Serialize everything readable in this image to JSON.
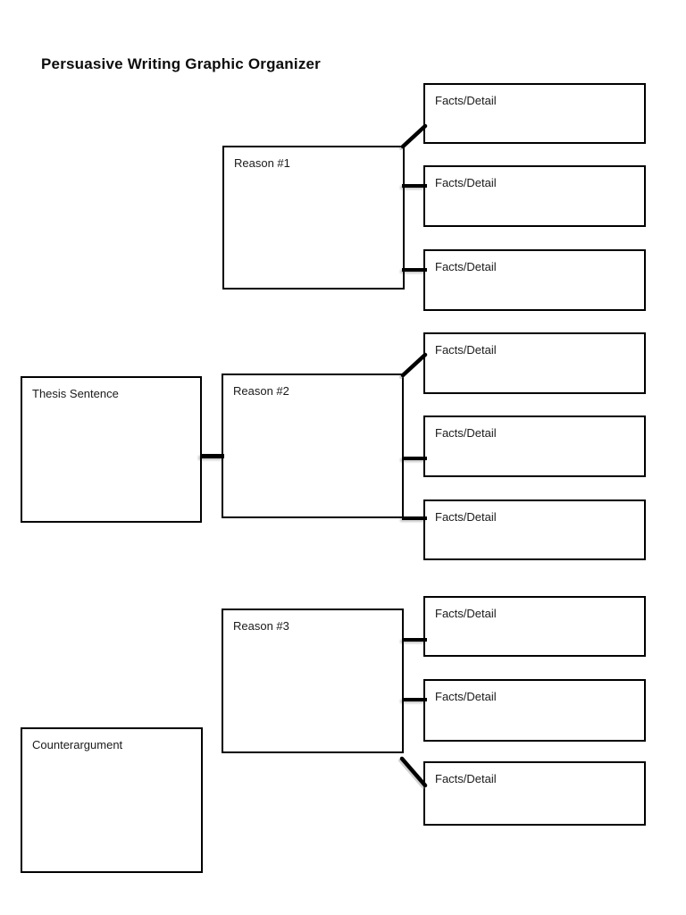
{
  "page": {
    "title": "Persuasive Writing Graphic Organizer"
  },
  "organizer": {
    "thesis": {
      "label": "Thesis Sentence"
    },
    "reasons": [
      {
        "label": "Reason #1"
      },
      {
        "label": "Reason #2"
      },
      {
        "label": "Reason #3"
      }
    ],
    "counterargument": {
      "label": "Counterargument"
    },
    "facts": [
      {
        "label": "Facts/Detail"
      },
      {
        "label": "Facts/Detail"
      },
      {
        "label": "Facts/Detail"
      },
      {
        "label": "Facts/Detail"
      },
      {
        "label": "Facts/Detail"
      },
      {
        "label": "Facts/Detail"
      },
      {
        "label": "Facts/Detail"
      },
      {
        "label": "Facts/Detail"
      },
      {
        "label": "Facts/Detail"
      }
    ],
    "connections": [
      "thesis-to-reason2",
      "reason1-to-fact1-diagonal",
      "reason1-to-fact2",
      "reason1-to-fact3",
      "reason2-to-fact4-diagonal",
      "reason2-to-fact5",
      "reason2-to-fact6",
      "reason3-to-fact7",
      "reason3-to-fact8",
      "reason3-to-fact9-diagonal"
    ],
    "colors": {
      "line": "#000000",
      "box_fill": "#ffffff",
      "background": "#ffffff",
      "text": "#1a1a1a"
    }
  }
}
